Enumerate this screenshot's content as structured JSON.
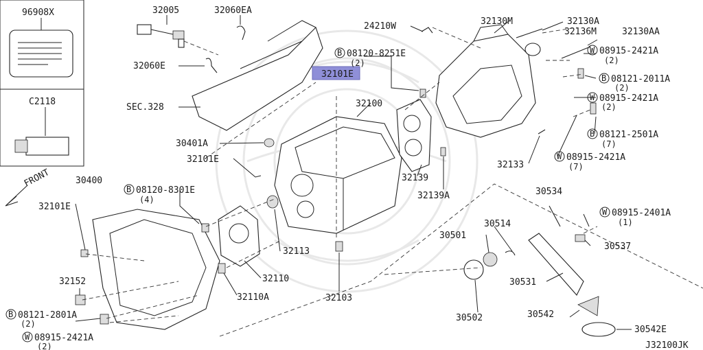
{
  "diagram_code": "J32100JK",
  "highlight_color": "#8f8fd8",
  "side_panel": {
    "top_part": "96908X",
    "bottom_part": "C2118"
  },
  "front_label": "FRONT",
  "labels": {
    "p32005": "32005",
    "p32060EA": "32060EA",
    "p32060E": "32060E",
    "sec328": "SEC.328",
    "p24210W": "24210W",
    "p32130M": "32130M",
    "p32130A": "32130A",
    "p32136M": "32136M",
    "p32130AA": "32130AA",
    "w08915_2421A_1": "08915-2421A",
    "w08915_2421A_1_qty": "(2)",
    "b08120_8251E": "08120-8251E",
    "b08120_8251E_qty": "(2)",
    "p32101E_hl": "32101E",
    "b08121_2011A": "08121-2011A",
    "b08121_2011A_qty": "(2)",
    "w08915_2421A_2": "08915-2421A",
    "w08915_2421A_2_qty": "(2)",
    "p32100": "32100",
    "b08121_2501A": "08121-2501A",
    "b08121_2501A_qty": "(7)",
    "w08915_2421A_3": "08915-2421A",
    "w08915_2421A_3_qty": "(7)",
    "p30401A": "30401A",
    "p32101E_a": "32101E",
    "p32133": "32133",
    "p32139": "32139",
    "p32139A": "32139A",
    "p30400": "30400",
    "b08120_8301E": "08120-8301E",
    "b08120_8301E_qty": "(4)",
    "p32101E_b": "32101E",
    "p30534": "30534",
    "w08915_2401A": "08915-2401A",
    "w08915_2401A_qty": "(1)",
    "p30514": "30514",
    "p30501": "30501",
    "p30537": "30537",
    "p32113": "32113",
    "p32110": "32110",
    "p32110A": "32110A",
    "p32103": "32103",
    "p32152": "32152",
    "b08121_2801A": "08121-2801A",
    "b08121_2801A_qty": "(2)",
    "w08915_2421A_4": "08915-2421A",
    "w08915_2421A_4_qty": "(2)",
    "p30531": "30531",
    "p30502": "30502",
    "p30542": "30542",
    "p30542E": "30542E"
  },
  "prefix_b": "B",
  "prefix_w": "W"
}
